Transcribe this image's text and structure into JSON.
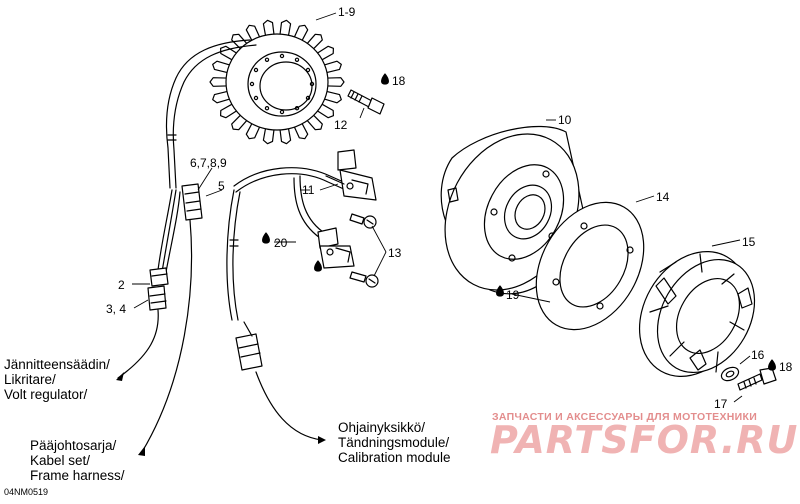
{
  "callouts": {
    "p1_9": "1-9",
    "p18a": "18",
    "p12": "12",
    "p6789": "6,7,8,9",
    "p5": "5",
    "p11": "11",
    "p10": "10",
    "p14": "14",
    "p20": "20",
    "p13": "13",
    "p15": "15",
    "p2": "2",
    "p3_4": "3, 4",
    "p19": "19",
    "p16": "16",
    "p18b": "18",
    "p17": "17"
  },
  "notes": {
    "volt_regulator": [
      "Jännitteensäädin/",
      "Likritare/",
      "Volt regulator/"
    ],
    "frame_harness": [
      "Pääjohtosarja/",
      "Kabel set/",
      "Frame harness/"
    ],
    "calibration_module": [
      "Ohjainyksikkö/",
      "Tändningsmodule/",
      "Calibration module"
    ]
  },
  "drawing_code": "04NM0519",
  "watermark": {
    "tagline": "ЗАПЧАСТИ И АКСЕССУАРЫ ДЛЯ МОТОТЕХНИКИ",
    "logo": "PARTSFOR.RU"
  },
  "colors": {
    "line": "#000000",
    "watermark": "#e38d8d",
    "watermark_logo": "#f0b3b3"
  }
}
